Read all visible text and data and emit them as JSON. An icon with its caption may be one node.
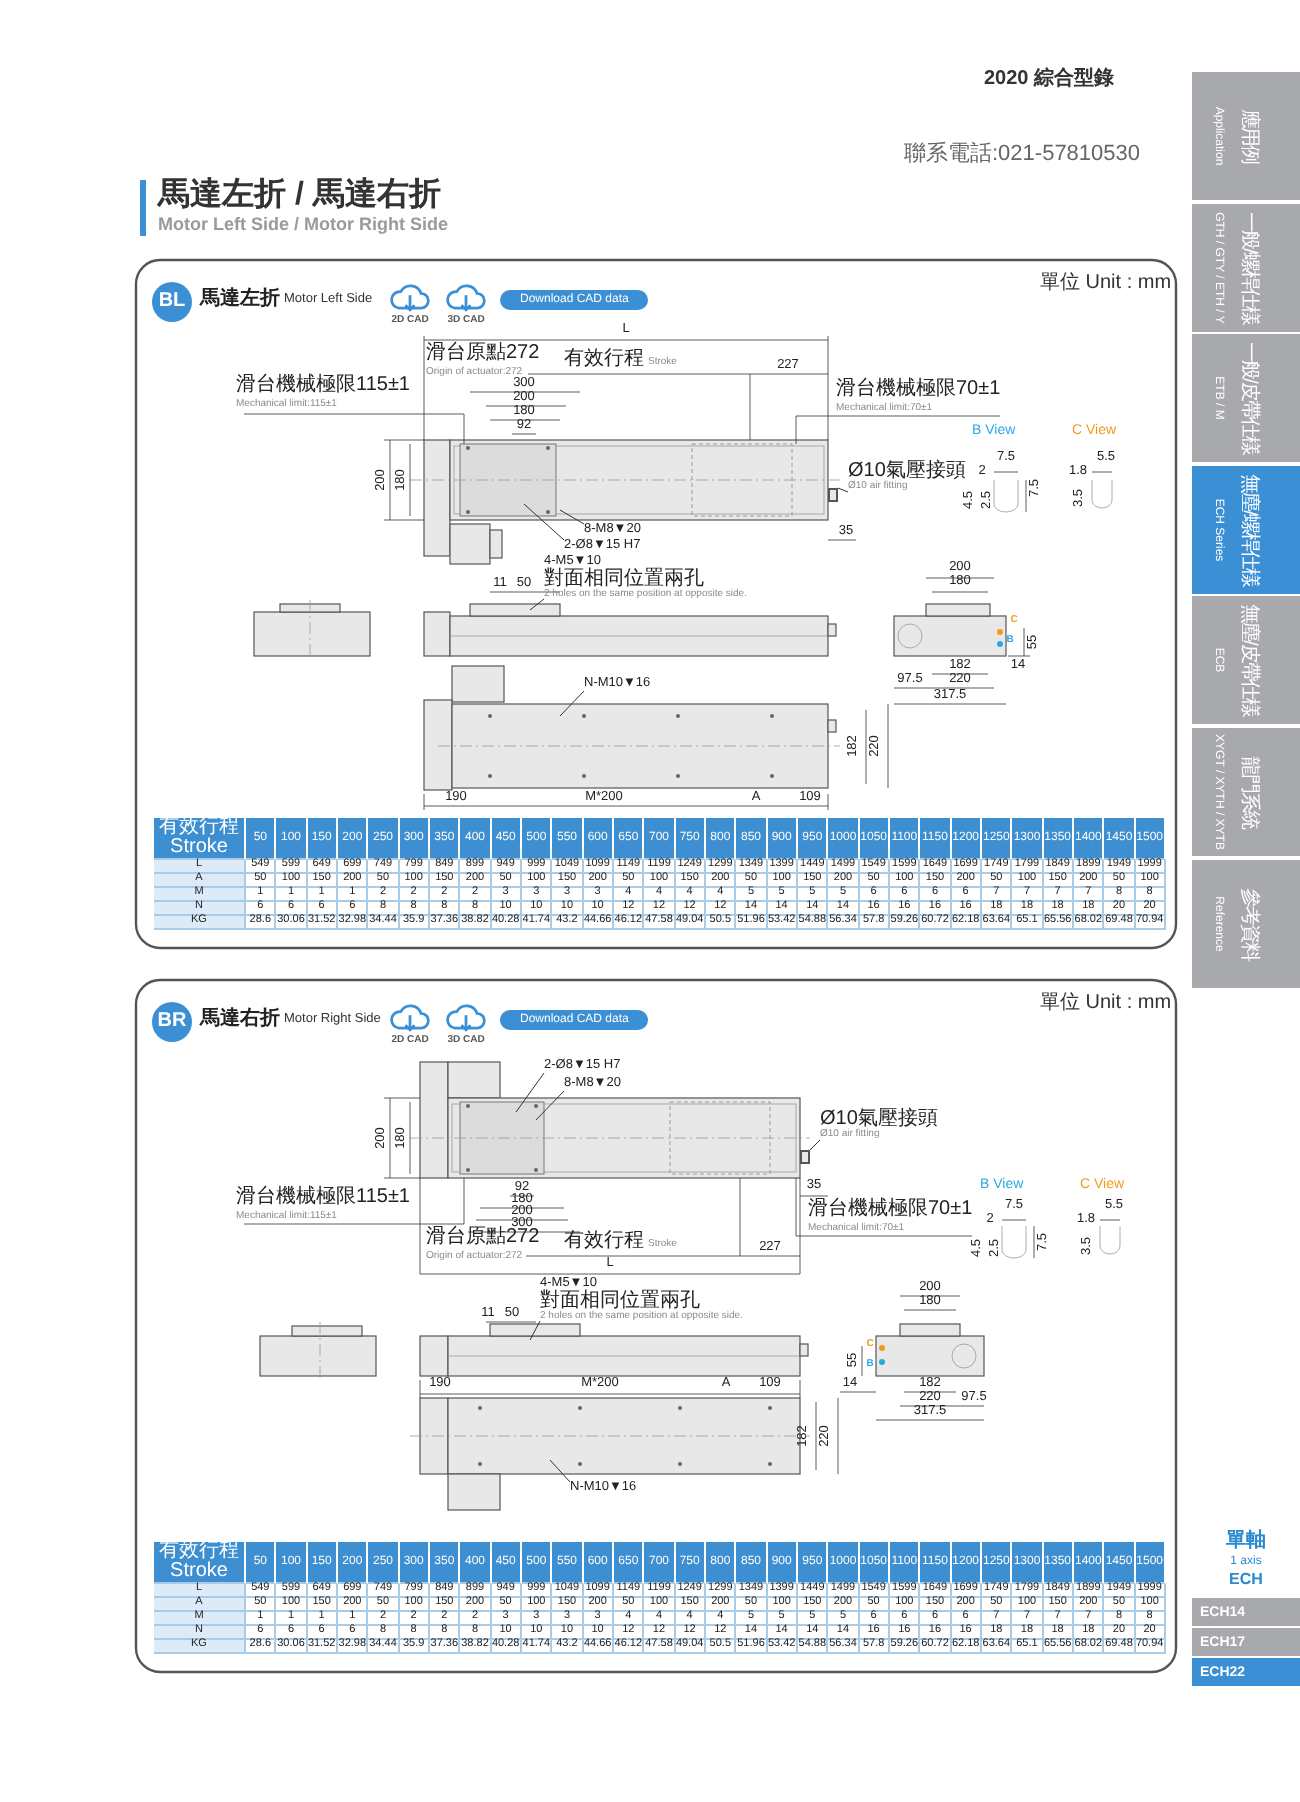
{
  "diagram": {
    "title": "馬達左折 / 馬達右折",
    "nodes": [
      {
        "text": [
          "Ø10氣壓接頭",
          "Ø10 air fitting"
        ]
      },
      {
        "text": [
          "8-M8▼20"
        ]
      },
      {
        "text": [
          "2-Ø8▼15 H7"
        ]
      },
      {
        "text": [
          "4-M5▼10",
          "對面相同位置兩孔",
          "2 holes on the same position at opposite side."
        ]
      },
      {
        "text": [
          "N-M10▼16"
        ]
      },
      {
        "text": [
          "2-Ø8▼15 H7"
        ]
      },
      {
        "text": [
          "8-M8▼20"
        ]
      },
      {
        "text": [
          "Ø10氣壓接頭",
          "Ø10 air fitting"
        ]
      },
      {
        "text": [
          "4-M5▼10",
          "對面相同位置兩孔",
          "2 holes on the same position at opposite side."
        ]
      },
      {
        "text": [
          "N-M10▼16"
        ]
      },
      {
        "text": [],
        "shape": "box"
      },
      {
        "text": [],
        "shape": "box"
      }
    ],
    "edges": [
      {
        "from": 0,
        "to": 10,
        "arrow": "none"
      },
      {
        "from": 1,
        "to": null,
        "arrow": "none"
      },
      {
        "from": 2,
        "to": null,
        "arrow": "none"
      },
      {
        "from": 3,
        "to": null,
        "arrow": "none"
      },
      {
        "from": 4,
        "to": null,
        "arrow": "none"
      },
      {
        "from": 5,
        "to": null,
        "arrow": "none"
      },
      {
        "from": 6,
        "to": null,
        "arrow": "none"
      },
      {
        "from": 7,
        "to": 11,
        "arrow": "none"
      },
      {
        "from": 8,
        "to": null,
        "arrow": "none"
      },
      {
        "from": 9,
        "to": null,
        "arrow": "none"
      }
    ],
    "labels": [
      "2020 綜合型錄",
      "聯系電話:021-57810530",
      "Motor Left Side / Motor Right Side",
      "BL",
      "馬達左折",
      "Motor Left Side",
      "2D CAD",
      "3D CAD",
      "Download CAD data",
      "單位 Unit : mm",
      "L",
      "滑台原點272",
      "Origin of actuator:272",
      "有效行程",
      "Stroke",
      "227",
      "滑台機械極限115±1",
      "Mechanical limit:115±1",
      "300",
      "200",
      "180",
      "92",
      "滑台機械極限70±1",
      "Mechanical limit:70±1",
      "200",
      "180",
      "B View",
      "C View",
      "7.5",
      "5.5",
      "2",
      "7.5",
      "1.8",
      "4.5",
      "2.5",
      "3.5",
      "35",
      "11",
      "50",
      "200",
      "180",
      "C",
      "B",
      "55",
      "182",
      "14",
      "97.5",
      "220",
      "317.5",
      "182",
      "220",
      "190",
      "M*200",
      "A",
      "109",
      "有效行程 Stroke",
      "50",
      "100",
      "150",
      "200",
      "250",
      "300",
      "350",
      "400",
      "450",
      "500",
      "550",
      "600",
      "650",
      "700",
      "750",
      "800",
      "850",
      "900",
      "950",
      "1000",
      "1050",
      "1100",
      "1150",
      "1200",
      "1250",
      "1300",
      "1350",
      "1400",
      "1450",
      "1500",
      "L",
      "549",
      "599",
      "649",
      "699",
      "749",
      "799",
      "849",
      "899",
      "949",
      "999",
      "1049",
      "1099",
      "1149",
      "1199",
      "1249",
      "1299",
      "1349",
      "1399",
      "1449",
      "1499",
      "1549",
      "1599",
      "1649",
      "1699",
      "1749",
      "1799",
      "1849",
      "1899",
      "1949",
      "1999",
      "A",
      "50",
      "100",
      "150",
      "200",
      "50",
      "100",
      "150",
      "200",
      "50",
      "100",
      "150",
      "200",
      "50",
      "100",
      "150",
      "200",
      "50",
      "100",
      "150",
      "200",
      "50",
      "100",
      "150",
      "200",
      "50",
      "100",
      "150",
      "200",
      "50",
      "100",
      "M",
      "1",
      "1",
      "1",
      "1",
      "2",
      "2",
      "2",
      "2",
      "3",
      "3",
      "3",
      "3",
      "4",
      "4",
      "4",
      "4",
      "5",
      "5",
      "5",
      "5",
      "6",
      "6",
      "6",
      "6",
      "7",
      "7",
      "7",
      "7",
      "8",
      "8",
      "N",
      "6",
      "6",
      "6",
      "6",
      "8",
      "8",
      "8",
      "8",
      "10",
      "10",
      "10",
      "10",
      "12",
      "12",
      "12",
      "12",
      "14",
      "14",
      "14",
      "14",
      "16",
      "16",
      "16",
      "16",
      "18",
      "18",
      "18",
      "18",
      "20",
      "20",
      "KG",
      "28.6",
      "30.06",
      "31.52",
      "32.98",
      "34.44",
      "35.9",
      "37.36",
      "38.82",
      "40.28",
      "41.74",
      "43.2",
      "44.66",
      "46.12",
      "47.58",
      "49.04",
      "50.5",
      "51.96",
      "53.42",
      "54.88",
      "56.34",
      "57.8",
      "59.26",
      "60.72",
      "62.18",
      "63.64",
      "65.1",
      "65.56",
      "68.02",
      "69.48",
      "70.94",
      "BR",
      "馬達右折",
      "Motor Right Side",
      "2D CAD",
      "3D CAD",
      "Download CAD data",
      "單位 Unit : mm",
      "200",
      "180",
      "92",
      "35",
      "180",
      "200",
      "300",
      "B View",
      "C View",
      "滑台機械極限115±1",
      "Mechanical limit:115±1",
      "滑台機械極限70±1",
      "Mechanical limit:70±1",
      "7.5",
      "5.5",
      "2",
      "7.5",
      "1.8",
      "4.5",
      "2.5",
      "3.5",
      "滑台原點272",
      "Origin of actuator:272",
      "有效行程",
      "Stroke",
      "227",
      "L",
      "11",
      "50",
      "200",
      "180",
      "C",
      "B",
      "55",
      "190",
      "M*200",
      "A",
      "109",
      "14",
      "182",
      "220",
      "97.5",
      "317.5",
      "182",
      "220",
      "有效行程 Stroke",
      "50",
      "100",
      "150",
      "200",
      "250",
      "300",
      "350",
      "400",
      "450",
      "500",
      "550",
      "600",
      "650",
      "700",
      "750",
      "800",
      "850",
      "900",
      "950",
      "1000",
      "1050",
      "1100",
      "1150",
      "1200",
      "1250",
      "1300",
      "1350",
      "1400",
      "1450",
      "1500",
      "L",
      "549",
      "599",
      "649",
      "699",
      "749",
      "799",
      "849",
      "899",
      "949",
      "999",
      "1049",
      "1099",
      "1149",
      "1199",
      "1249",
      "1299",
      "1349",
      "1399",
      "1449",
      "1499",
      "1549",
      "1599",
      "1649",
      "1699",
      "1749",
      "1799",
      "1849",
      "1899",
      "1949",
      "1999",
      "A",
      "50",
      "100",
      "150",
      "200",
      "50",
      "100",
      "150",
      "200",
      "50",
      "100",
      "150",
      "200",
      "50",
      "100",
      "150",
      "200",
      "50",
      "100",
      "150",
      "200",
      "50",
      "100",
      "150",
      "200",
      "50",
      "100",
      "150",
      "200",
      "50",
      "100",
      "M",
      "1",
      "1",
      "1",
      "1",
      "2",
      "2",
      "2",
      "2",
      "3",
      "3",
      "3",
      "3",
      "4",
      "4",
      "4",
      "4",
      "5",
      "5",
      "5",
      "5",
      "6",
      "6",
      "6",
      "6",
      "7",
      "7",
      "7",
      "7",
      "8",
      "8",
      "N",
      "6",
      "6",
      "6",
      "6",
      "8",
      "8",
      "8",
      "8",
      "10",
      "10",
      "10",
      "10",
      "12",
      "12",
      "12",
      "12",
      "14",
      "14",
      "14",
      "14",
      "16",
      "16",
      "16",
      "16",
      "18",
      "18",
      "18",
      "18",
      "20",
      "20",
      "KG",
      "28.6",
      "30.06",
      "31.52",
      "32.98",
      "34.44",
      "35.9",
      "37.36",
      "38.82",
      "40.28",
      "41.74",
      "43.2",
      "44.66",
      "46.12",
      "47.58",
      "49.04",
      "50.5",
      "51.96",
      "53.42",
      "54.88",
      "56.34",
      "57.8",
      "59.26",
      "60.72",
      "62.18",
      "63.64",
      "65.1",
      "65.56",
      "68.02",
      "69.48",
      "70.94",
      "Application",
      "應用例",
      "GTH / GTY / ETH / Y",
      "一般/螺桿仕樣",
      "ETB / M",
      "一般/皮帶仕樣",
      "ECH Series",
      "無塵/螺桿仕樣",
      "ECB",
      "無塵/皮帶仕樣",
      "XYGT / XYTH / XYTB",
      "龍門系統",
      "Reference",
      "參考資料",
      "單軸",
      "1 axis",
      "ECH",
      "ECH14",
      "ECH17",
      "ECH22"
    ]
  }
}
